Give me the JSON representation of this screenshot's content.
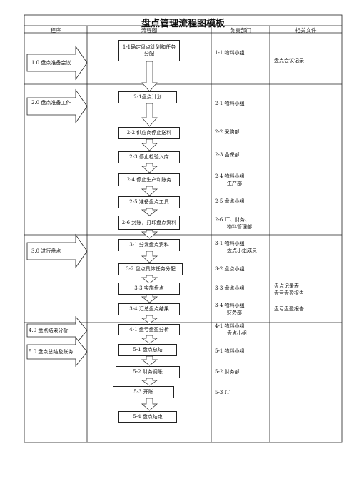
{
  "title": "盘点管理流程图模板",
  "headers": [
    "程序",
    "流程图",
    "负责部门",
    "相关文件"
  ],
  "sections": [
    {
      "label": "1.0 盘点准备会议"
    },
    {
      "label": "2.0 盘点准备工作"
    },
    {
      "label": "3.0 进行盘点"
    },
    {
      "label": "4.0 盘点结果分析"
    },
    {
      "label": "5.0 盘点总结及账务"
    }
  ],
  "steps": [
    "1-1确定盘点计划和任务分配",
    "2-1盘点计划",
    "2-2 供应商停止送料",
    "2-3 停止检验入库",
    "2-4 停止生产和账务",
    "2-5 准备盘点工具",
    "2-6 封账，打印盘点资料",
    "3-1 分发盘点资料",
    "3-2 盘点具体任务分配",
    "3-3 实施盘点",
    "3-4 汇总盘点结果",
    "4-1 盘亏盘盈分析",
    "5-1 盘点总结",
    "5-2 财务调账",
    "5-3 开账",
    "5-4 盘点结束"
  ],
  "departments": [
    {
      "line1": "1-1 物料小组",
      "line2": ""
    },
    {
      "line1": "2-1 物料小组",
      "line2": ""
    },
    {
      "line1": "2-2 采购部",
      "line2": ""
    },
    {
      "line1": "2-3 品保部",
      "line2": ""
    },
    {
      "line1": "2-4 物料小组",
      "line2": "生产部"
    },
    {
      "line1": "2-5 盘点小组",
      "line2": ""
    },
    {
      "line1": "2-6 IT、财务、",
      "line2": "物料管理部"
    },
    {
      "line1": "3-1 物料小组",
      "line2": "盘点小组成员"
    },
    {
      "line1": "3-2 盘点小组",
      "line2": ""
    },
    {
      "line1": "3-3 盘点小组",
      "line2": ""
    },
    {
      "line1": "3-4 物料小组",
      "line2": "财务部"
    },
    {
      "line1": "4-1 物料小组",
      "line2": "盘点小组"
    },
    {
      "line1": "5-1 物料小组",
      "line2": ""
    },
    {
      "line1": "5-2 财务部",
      "line2": ""
    },
    {
      "line1": "5-3 IT",
      "line2": ""
    }
  ],
  "documents": [
    {
      "line1": "盘点会议记录",
      "line2": ""
    },
    {
      "line1": "盘点记录表",
      "line2": "盘亏盘盈报告"
    },
    {
      "line1": "盘亏盘盈报告",
      "line2": ""
    }
  ]
}
